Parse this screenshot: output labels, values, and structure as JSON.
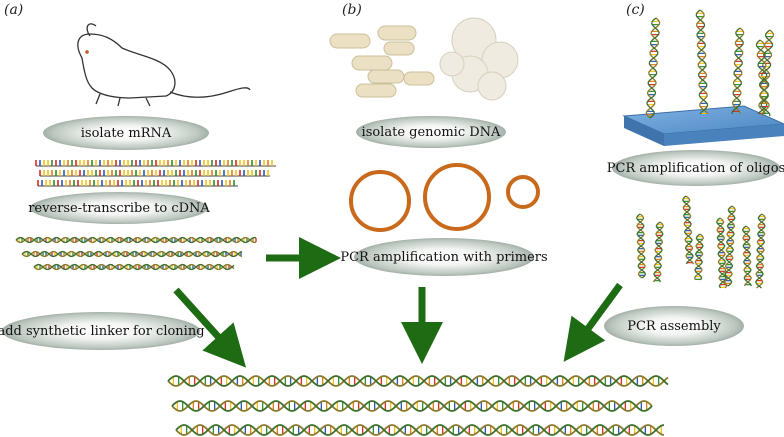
{
  "panel_labels": [
    "(a)",
    "(b)",
    "(c)"
  ],
  "steps": {
    "isolate_mrna": "isolate mRNA",
    "reverse_transcribe": "reverse-transcribe to cDNA",
    "add_linker": "add synthetic linker for cloning",
    "isolate_genomic": "isolate genomic DNA",
    "pcr_primers": "PCR amplification with primers",
    "pcr_oligos": "PCR amplification of oligos",
    "pcr_assembly": "PCR assembly"
  },
  "colors": {
    "arrow": "#1d6b12",
    "plasmid": "#c8691b",
    "chip": "#5d97cf",
    "capsule": "#e8ddbf"
  }
}
